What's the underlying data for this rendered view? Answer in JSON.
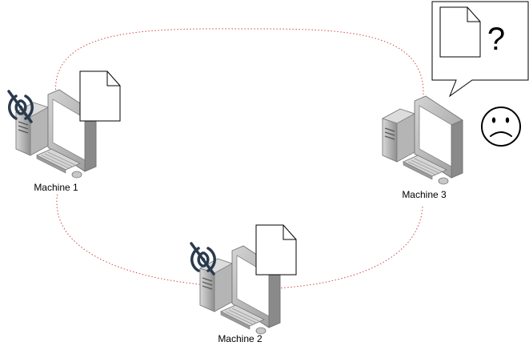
{
  "machines": [
    {
      "label": "Machine 1",
      "status": "offline",
      "has_file": true
    },
    {
      "label": "Machine 2",
      "status": "offline",
      "has_file": true
    },
    {
      "label": "Machine 3",
      "status": "online",
      "has_file": false
    }
  ],
  "callout": {
    "symbol": "?"
  },
  "colors": {
    "link": "#d04a4a",
    "monitor_frame": "#bcbcbc",
    "screen": "#ffffff",
    "case": "#a9a9a9",
    "wifi": "#2a3a4e",
    "outline": "#000000"
  },
  "icons": {
    "computer": "desktop-computer-icon",
    "document": "document-icon",
    "wifi_off": "wifi-off-icon",
    "sad_face": "sad-face-icon",
    "speech_bubble": "speech-bubble-icon"
  }
}
